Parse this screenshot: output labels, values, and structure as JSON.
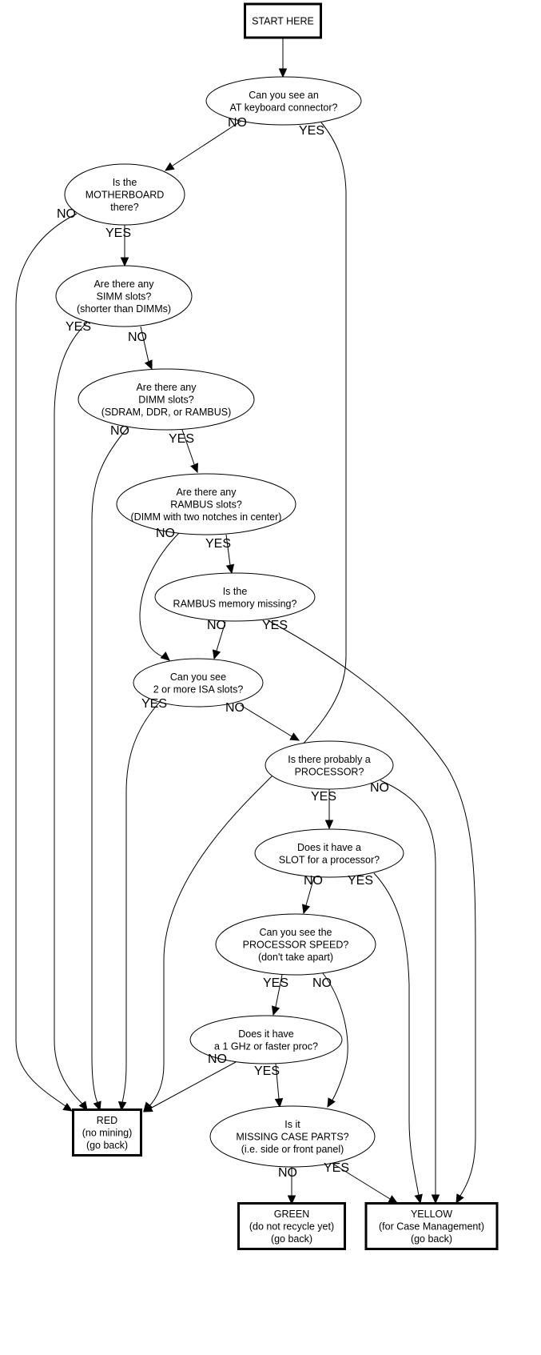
{
  "title": "Computer recycling triage flowchart",
  "nodes": [
    {
      "id": "start",
      "shape": "box",
      "lines": [
        "START HERE"
      ]
    },
    {
      "id": "q_keyboard",
      "shape": "ellipse",
      "lines": [
        "Can you see an",
        "AT keyboard connector?"
      ]
    },
    {
      "id": "q_motherboard",
      "shape": "ellipse",
      "lines": [
        "Is the",
        "MOTHERBOARD",
        "there?"
      ]
    },
    {
      "id": "q_simm",
      "shape": "ellipse",
      "lines": [
        "Are there any",
        "SIMM slots?",
        "(shorter than DIMMs)"
      ]
    },
    {
      "id": "q_dimm",
      "shape": "ellipse",
      "lines": [
        "Are there any",
        "DIMM slots?",
        "(SDRAM, DDR, or RAMBUS)"
      ]
    },
    {
      "id": "q_rambus_slots",
      "shape": "ellipse",
      "lines": [
        "Are there any",
        "RAMBUS slots?",
        "(DIMM with two notches in center)"
      ]
    },
    {
      "id": "q_rambus_missing",
      "shape": "ellipse",
      "lines": [
        "Is the",
        "RAMBUS memory missing?"
      ]
    },
    {
      "id": "q_isa",
      "shape": "ellipse",
      "lines": [
        "Can you see",
        "2 or more ISA slots?"
      ]
    },
    {
      "id": "q_processor",
      "shape": "ellipse",
      "lines": [
        "Is there probably a",
        "PROCESSOR?"
      ]
    },
    {
      "id": "q_slot",
      "shape": "ellipse",
      "lines": [
        "Does it have a",
        "SLOT for a processor?"
      ]
    },
    {
      "id": "q_speed",
      "shape": "ellipse",
      "lines": [
        "Can you see the",
        "PROCESSOR SPEED?",
        "(don't take apart)"
      ]
    },
    {
      "id": "q_1ghz",
      "shape": "ellipse",
      "lines": [
        "Does it have",
        "a 1 GHz or faster proc?"
      ]
    },
    {
      "id": "q_case",
      "shape": "ellipse",
      "lines": [
        "Is it",
        "MISSING CASE PARTS?",
        "(i.e. side or front panel)"
      ]
    },
    {
      "id": "red",
      "shape": "box",
      "lines": [
        "RED",
        "(no mining)",
        "(go back)"
      ]
    },
    {
      "id": "green",
      "shape": "box",
      "lines": [
        "GREEN",
        "(do not recycle yet)",
        "(go back)"
      ]
    },
    {
      "id": "yellow",
      "shape": "box",
      "lines": [
        "YELLOW",
        "(for Case Management)",
        "(go back)"
      ]
    }
  ],
  "edges": [
    {
      "from": "start",
      "to": "q_keyboard",
      "label": ""
    },
    {
      "from": "q_keyboard",
      "to": "q_motherboard",
      "label": "NO"
    },
    {
      "from": "q_keyboard",
      "to": "red",
      "label": "YES"
    },
    {
      "from": "q_motherboard",
      "to": "red",
      "label": "NO"
    },
    {
      "from": "q_motherboard",
      "to": "q_simm",
      "label": "YES"
    },
    {
      "from": "q_simm",
      "to": "red",
      "label": "YES"
    },
    {
      "from": "q_simm",
      "to": "q_dimm",
      "label": "NO"
    },
    {
      "from": "q_dimm",
      "to": "red",
      "label": "NO"
    },
    {
      "from": "q_dimm",
      "to": "q_rambus_slots",
      "label": "YES"
    },
    {
      "from": "q_rambus_slots",
      "to": "q_isa",
      "label": "NO"
    },
    {
      "from": "q_rambus_slots",
      "to": "q_rambus_missing",
      "label": "YES"
    },
    {
      "from": "q_rambus_missing",
      "to": "q_isa",
      "label": "NO"
    },
    {
      "from": "q_rambus_missing",
      "to": "yellow",
      "label": "YES"
    },
    {
      "from": "q_isa",
      "to": "red",
      "label": "YES"
    },
    {
      "from": "q_isa",
      "to": "q_processor",
      "label": "NO"
    },
    {
      "from": "q_processor",
      "to": "q_slot",
      "label": "YES"
    },
    {
      "from": "q_processor",
      "to": "yellow",
      "label": "NO"
    },
    {
      "from": "q_slot",
      "to": "q_speed",
      "label": "NO"
    },
    {
      "from": "q_slot",
      "to": "yellow",
      "label": "YES"
    },
    {
      "from": "q_speed",
      "to": "q_1ghz",
      "label": "YES"
    },
    {
      "from": "q_speed",
      "to": "q_case",
      "label": "NO"
    },
    {
      "from": "q_1ghz",
      "to": "red",
      "label": "NO"
    },
    {
      "from": "q_1ghz",
      "to": "q_case",
      "label": "YES"
    },
    {
      "from": "q_case",
      "to": "green",
      "label": "NO"
    },
    {
      "from": "q_case",
      "to": "yellow",
      "label": "YES"
    }
  ]
}
